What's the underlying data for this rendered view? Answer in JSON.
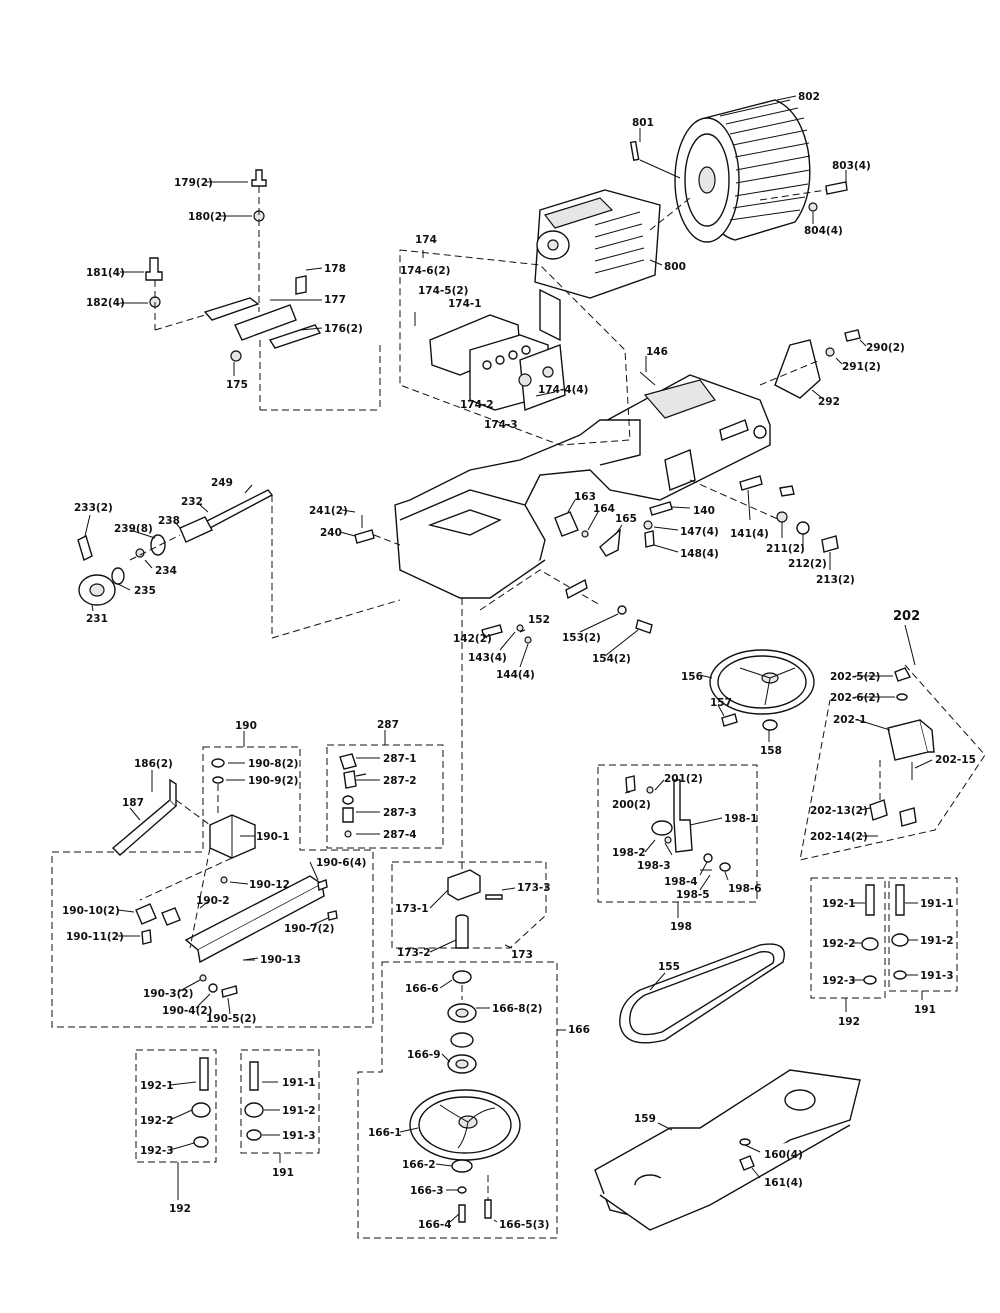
{
  "title": "",
  "callouts": [
    {
      "id": "802",
      "text": "802"
    },
    {
      "id": "801",
      "text": "801"
    },
    {
      "id": "803",
      "text": "803(4)"
    },
    {
      "id": "804",
      "text": "804(4)"
    },
    {
      "id": "800",
      "text": "800"
    },
    {
      "id": "174",
      "text": "174"
    },
    {
      "id": "174-6",
      "text": "174-6(2)"
    },
    {
      "id": "174-5",
      "text": "174-5(2)"
    },
    {
      "id": "174-1",
      "text": "174-1"
    },
    {
      "id": "174-4",
      "text": "174-4(4)"
    },
    {
      "id": "174-2",
      "text": "174-2"
    },
    {
      "id": "174-3",
      "text": "174-3"
    },
    {
      "id": "146",
      "text": "146"
    },
    {
      "id": "290",
      "text": "290(2)"
    },
    {
      "id": "291",
      "text": "291(2)"
    },
    {
      "id": "292",
      "text": "292"
    },
    {
      "id": "179",
      "text": "179(2)"
    },
    {
      "id": "180",
      "text": "180(2)"
    },
    {
      "id": "181",
      "text": "181(4)"
    },
    {
      "id": "182",
      "text": "182(4)"
    },
    {
      "id": "178",
      "text": "178"
    },
    {
      "id": "177",
      "text": "177"
    },
    {
      "id": "176",
      "text": "176(2)"
    },
    {
      "id": "175",
      "text": "175"
    },
    {
      "id": "249",
      "text": "249"
    },
    {
      "id": "232",
      "text": "232"
    },
    {
      "id": "233",
      "text": "233(2)"
    },
    {
      "id": "239",
      "text": "239(8)"
    },
    {
      "id": "238",
      "text": "238"
    },
    {
      "id": "234",
      "text": "234"
    },
    {
      "id": "235",
      "text": "235"
    },
    {
      "id": "231",
      "text": "231"
    },
    {
      "id": "241",
      "text": "241(2)"
    },
    {
      "id": "240",
      "text": "240"
    },
    {
      "id": "163",
      "text": "163"
    },
    {
      "id": "164",
      "text": "164"
    },
    {
      "id": "165",
      "text": "165"
    },
    {
      "id": "140",
      "text": "140"
    },
    {
      "id": "147",
      "text": "147(4)"
    },
    {
      "id": "148",
      "text": "148(4)"
    },
    {
      "id": "141",
      "text": "141(4)"
    },
    {
      "id": "211",
      "text": "211(2)"
    },
    {
      "id": "212",
      "text": "212(2)"
    },
    {
      "id": "213",
      "text": "213(2)"
    },
    {
      "id": "152",
      "text": "152"
    },
    {
      "id": "142",
      "text": "142(2)"
    },
    {
      "id": "143",
      "text": "143(4)"
    },
    {
      "id": "144",
      "text": "144(4)"
    },
    {
      "id": "153",
      "text": "153(2)"
    },
    {
      "id": "154",
      "text": "154(2)"
    },
    {
      "id": "202",
      "text": "202"
    },
    {
      "id": "202-5",
      "text": "202-5(2)"
    },
    {
      "id": "202-6",
      "text": "202-6(2)"
    },
    {
      "id": "202-1",
      "text": "202-1"
    },
    {
      "id": "202-15",
      "text": "202-15"
    },
    {
      "id": "202-13",
      "text": "202-13(2)"
    },
    {
      "id": "202-14",
      "text": "202-14(2)"
    },
    {
      "id": "156",
      "text": "156"
    },
    {
      "id": "157",
      "text": "157"
    },
    {
      "id": "158",
      "text": "158"
    },
    {
      "id": "190",
      "text": "190"
    },
    {
      "id": "190-8",
      "text": "190-8(2)"
    },
    {
      "id": "190-9",
      "text": "190-9(2)"
    },
    {
      "id": "190-1",
      "text": "190-1"
    },
    {
      "id": "190-6",
      "text": "190-6(4)"
    },
    {
      "id": "190-12",
      "text": "190-12"
    },
    {
      "id": "190-2",
      "text": "190-2"
    },
    {
      "id": "190-10",
      "text": "190-10(2)"
    },
    {
      "id": "190-11",
      "text": "190-11(2)"
    },
    {
      "id": "190-7",
      "text": "190-7(2)"
    },
    {
      "id": "190-13",
      "text": "190-13"
    },
    {
      "id": "190-3",
      "text": "190-3(2)"
    },
    {
      "id": "190-4",
      "text": "190-4(2)"
    },
    {
      "id": "190-5",
      "text": "190-5(2)"
    },
    {
      "id": "186",
      "text": "186(2)"
    },
    {
      "id": "187",
      "text": "187"
    },
    {
      "id": "287",
      "text": "287"
    },
    {
      "id": "287-1",
      "text": "287-1"
    },
    {
      "id": "287-2",
      "text": "287-2"
    },
    {
      "id": "287-3",
      "text": "287-3"
    },
    {
      "id": "287-4",
      "text": "287-4"
    },
    {
      "id": "173",
      "text": "173"
    },
    {
      "id": "173-1",
      "text": "173-1"
    },
    {
      "id": "173-3",
      "text": "173-3"
    },
    {
      "id": "173-2",
      "text": "173-2"
    },
    {
      "id": "166",
      "text": "166"
    },
    {
      "id": "166-6",
      "text": "166-6"
    },
    {
      "id": "166-8",
      "text": "166-8(2)"
    },
    {
      "id": "166-9",
      "text": "166-9"
    },
    {
      "id": "166-1",
      "text": "166-1"
    },
    {
      "id": "166-2",
      "text": "166-2"
    },
    {
      "id": "166-3",
      "text": "166-3"
    },
    {
      "id": "166-4",
      "text": "166-4"
    },
    {
      "id": "166-5",
      "text": "166-5(3)"
    },
    {
      "id": "198",
      "text": "198"
    },
    {
      "id": "200",
      "text": "200(2)"
    },
    {
      "id": "201",
      "text": "201(2)"
    },
    {
      "id": "198-1",
      "text": "198-1"
    },
    {
      "id": "198-2",
      "text": "198-2"
    },
    {
      "id": "198-3",
      "text": "198-3"
    },
    {
      "id": "198-4",
      "text": "198-4"
    },
    {
      "id": "198-5",
      "text": "198-5"
    },
    {
      "id": "198-6",
      "text": "198-6"
    },
    {
      "id": "155",
      "text": "155"
    },
    {
      "id": "159",
      "text": "159"
    },
    {
      "id": "160",
      "text": "160(4)"
    },
    {
      "id": "161",
      "text": "161(4)"
    },
    {
      "id": "192L",
      "text": "192"
    },
    {
      "id": "192-1L",
      "text": "192-1"
    },
    {
      "id": "192-2L",
      "text": "192-2"
    },
    {
      "id": "192-3L",
      "text": "192-3"
    },
    {
      "id": "191L",
      "text": "191"
    },
    {
      "id": "191-1L",
      "text": "191-1"
    },
    {
      "id": "191-2L",
      "text": "191-2"
    },
    {
      "id": "191-3L",
      "text": "191-3"
    },
    {
      "id": "192R",
      "text": "192"
    },
    {
      "id": "192-1R",
      "text": "192-1"
    },
    {
      "id": "192-2R",
      "text": "192-2"
    },
    {
      "id": "192-3R",
      "text": "192-3"
    },
    {
      "id": "191R",
      "text": "191"
    },
    {
      "id": "191-1R",
      "text": "191-1"
    },
    {
      "id": "191-2R",
      "text": "191-2"
    },
    {
      "id": "191-3R",
      "text": "191-3"
    }
  ]
}
